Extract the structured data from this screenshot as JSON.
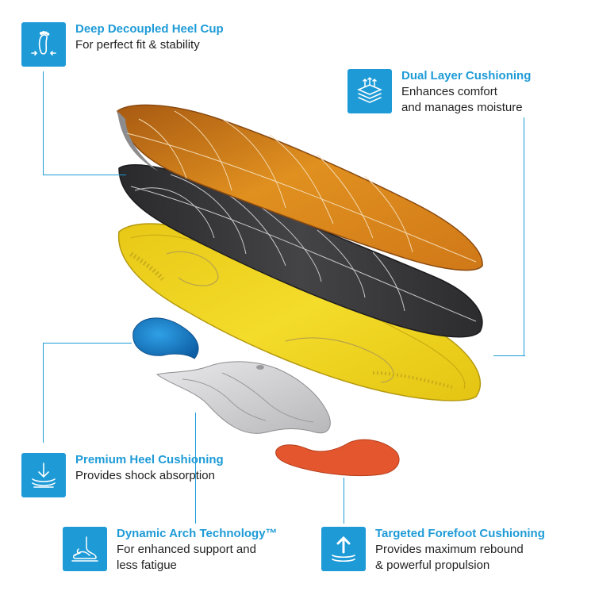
{
  "features": {
    "heel_cup": {
      "title": "Deep Decoupled Heel Cup",
      "desc": [
        "For perfect fit & stability"
      ],
      "icon": "foot-heel-cup-icon"
    },
    "dual_layer": {
      "title": "Dual Layer Cushioning",
      "desc": [
        "Enhances comfort",
        "and manages moisture"
      ],
      "icon": "layers-airflow-icon"
    },
    "heel_cushion": {
      "title": "Premium Heel Cushioning",
      "desc": [
        "Provides shock absorption"
      ],
      "icon": "shock-absorb-icon"
    },
    "arch": {
      "title": "Dynamic Arch Technology™",
      "desc": [
        "For enhanced support and",
        "less fatigue"
      ],
      "icon": "arch-support-icon"
    },
    "forefoot": {
      "title": "Targeted Forefoot Cushioning",
      "desc": [
        "Provides maximum rebound",
        "& powerful propulsion"
      ],
      "icon": "rebound-arrow-icon"
    }
  },
  "colors": {
    "accent": "#1e9bd7",
    "top_layer": "#d9801f",
    "middle_layer": "#3a3a3c",
    "base_layer": "#f0d21e",
    "heel_pad": "#1a7fc6",
    "arch_shell": "#d2d2d4",
    "forefoot_pad": "#e4572e"
  }
}
